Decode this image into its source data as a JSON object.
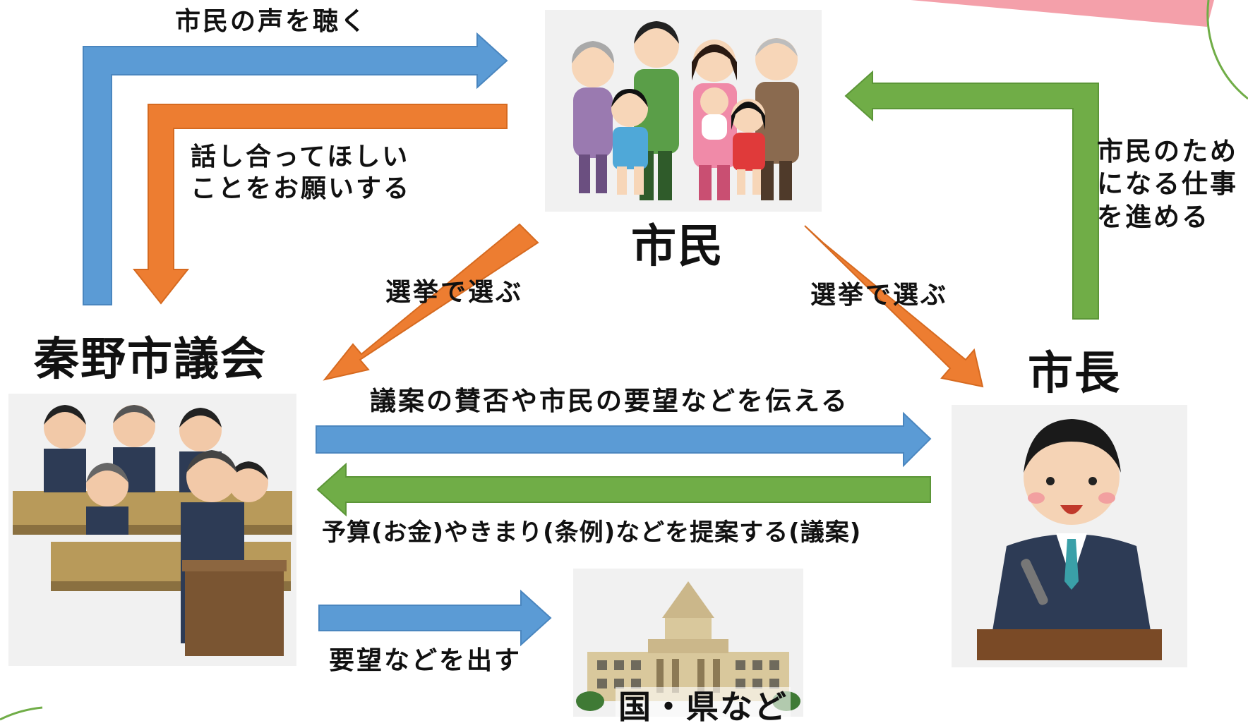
{
  "nodes": {
    "citizens": "市民",
    "council": "秦野市議会",
    "mayor": "市長",
    "national": "国・県など"
  },
  "arrows": {
    "listen_voices": "市民の声を聴く",
    "request_discussion": "話し合ってほしい\nことをお願いする",
    "elect_left": "選挙で選ぶ",
    "elect_right": "選挙で選ぶ",
    "work_for_citizens": "市民のため\nになる仕事\nを進める",
    "convey_opinions": "議案の賛否や市民の要望などを伝える",
    "propose_bills": "予算(お金)やきまり(条例)などを提案する(議案)",
    "submit_requests": "要望などを出す"
  },
  "colors": {
    "blue": "#5b9bd5",
    "orange": "#ed7d31",
    "green": "#70ad47",
    "pink": "#f4a0aa"
  },
  "icons": {
    "citizens": "family-group-icon",
    "council": "council-members-icon",
    "mayor": "mayor-speaking-icon",
    "national": "diet-building-icon"
  }
}
